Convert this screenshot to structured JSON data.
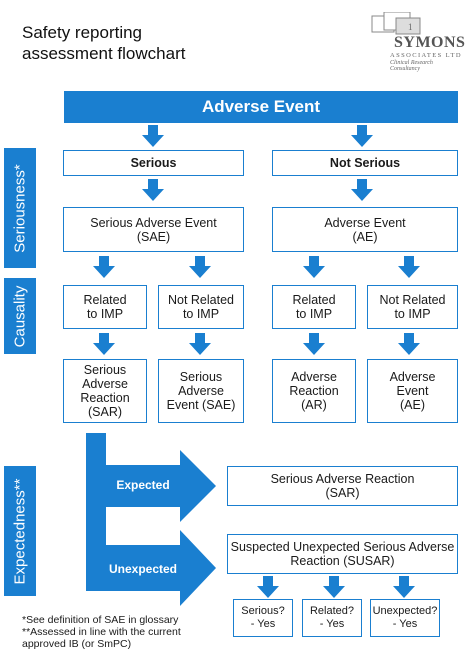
{
  "title_line1": "Safety reporting",
  "title_line2": "assessment flowchart",
  "logo": {
    "word": "SYMONS",
    "sub1": "ASSOCIATES LTD",
    "sub2": "Clinical Research Consultancy"
  },
  "banner": "Adverse Event",
  "side_labels": {
    "seriousness": "Seriousness*",
    "causality": "Causality",
    "expectedness": "Expectedness**"
  },
  "serious": "Serious",
  "not_serious": "Not Serious",
  "sae": {
    "line1": "Serious Adverse Event",
    "line2": "(SAE)"
  },
  "ae": {
    "line1": "Adverse Event",
    "line2": "(AE)"
  },
  "causality": {
    "related_1": {
      "line1": "Related",
      "line2": "to IMP"
    },
    "not_related_1": {
      "line1": "Not Related",
      "line2": "to IMP"
    },
    "related_2": {
      "line1": "Related",
      "line2": "to IMP"
    },
    "not_related_2": {
      "line1": "Not Related",
      "line2": "to IMP"
    }
  },
  "outcomes": {
    "sar": {
      "l1": "Serious",
      "l2": "Adverse",
      "l3": "Reaction",
      "l4": "(SAR)"
    },
    "sae": {
      "l1": "Serious",
      "l2": "Adverse",
      "l3": "Event (SAE)"
    },
    "ar": {
      "l1": "Adverse",
      "l2": "Reaction",
      "l3": "(AR)"
    },
    "ae": {
      "l1": "Adverse",
      "l2": "Event",
      "l3": "(AE)"
    }
  },
  "expected_label": "Expected",
  "unexpected_label": "Unexpected",
  "sar_result": {
    "line1": "Serious Adverse Reaction",
    "line2": "(SAR)"
  },
  "susar_result": {
    "line1": "Suspected Unexpected Serious Adverse",
    "line2": "Reaction (SUSAR)"
  },
  "checks": [
    {
      "q": "Serious?",
      "a": "- Yes"
    },
    {
      "q": "Related?",
      "a": "- Yes"
    },
    {
      "q": "Unexpected?",
      "a": "- Yes"
    }
  ],
  "footnotes": {
    "line1": "*See definition of SAE in glossary",
    "line2": "**Assessed in line with the current",
    "line3": "approved IB (or SmPC)"
  },
  "colors": {
    "accent": "#1a7fd0",
    "border": "#1a7fd0"
  }
}
